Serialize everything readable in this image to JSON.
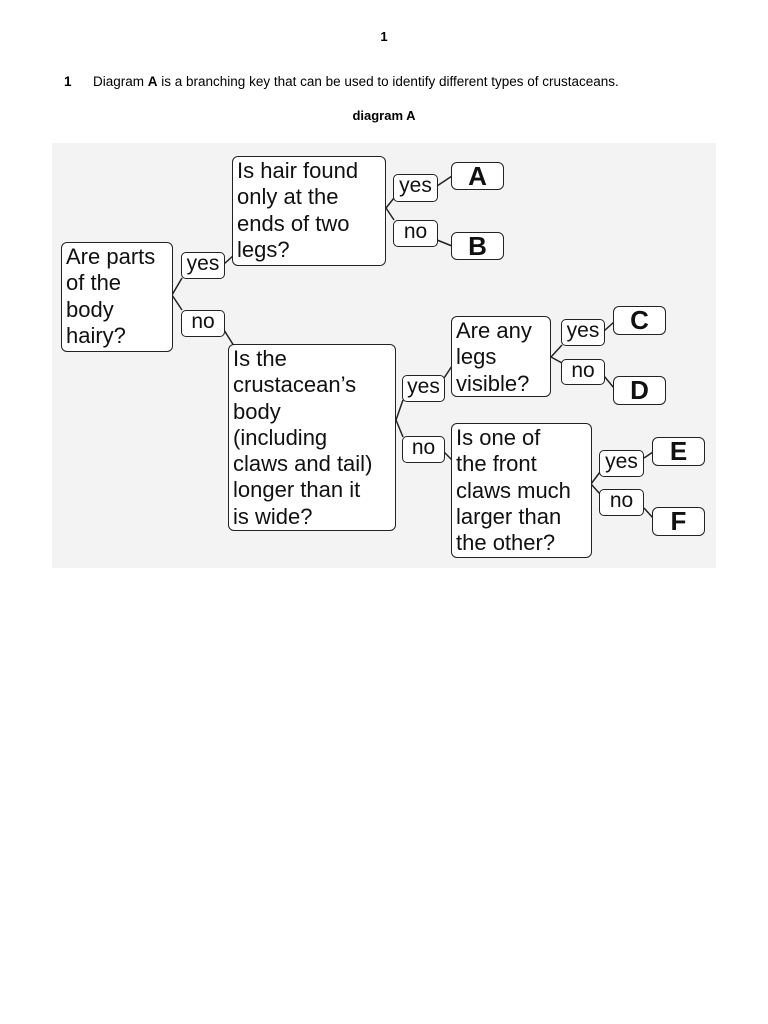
{
  "page": {
    "number": "1"
  },
  "question": {
    "number": "1",
    "text_before": "Diagram ",
    "text_bold": "A",
    "text_after": " is a branching key that can be used to identify different types of crustaceans."
  },
  "diagram": {
    "title": "diagram A",
    "questions": {
      "q1": "Are parts\nof the\nbody\nhairy?",
      "q2": "Is hair found\nonly at the\nends of two\nlegs?",
      "q3": "Is the\ncrustacean’s\nbody\n(including\nclaws and tail)\nlonger than it\nis wide?",
      "q4": "Are any\nlegs\nvisible?",
      "q5": "Is one of\nthe front\nclaws much\nlarger than\nthe other?"
    },
    "answers": {
      "yes": "yes",
      "no": "no"
    },
    "results": [
      "A",
      "B",
      "C",
      "D",
      "E",
      "F"
    ]
  }
}
